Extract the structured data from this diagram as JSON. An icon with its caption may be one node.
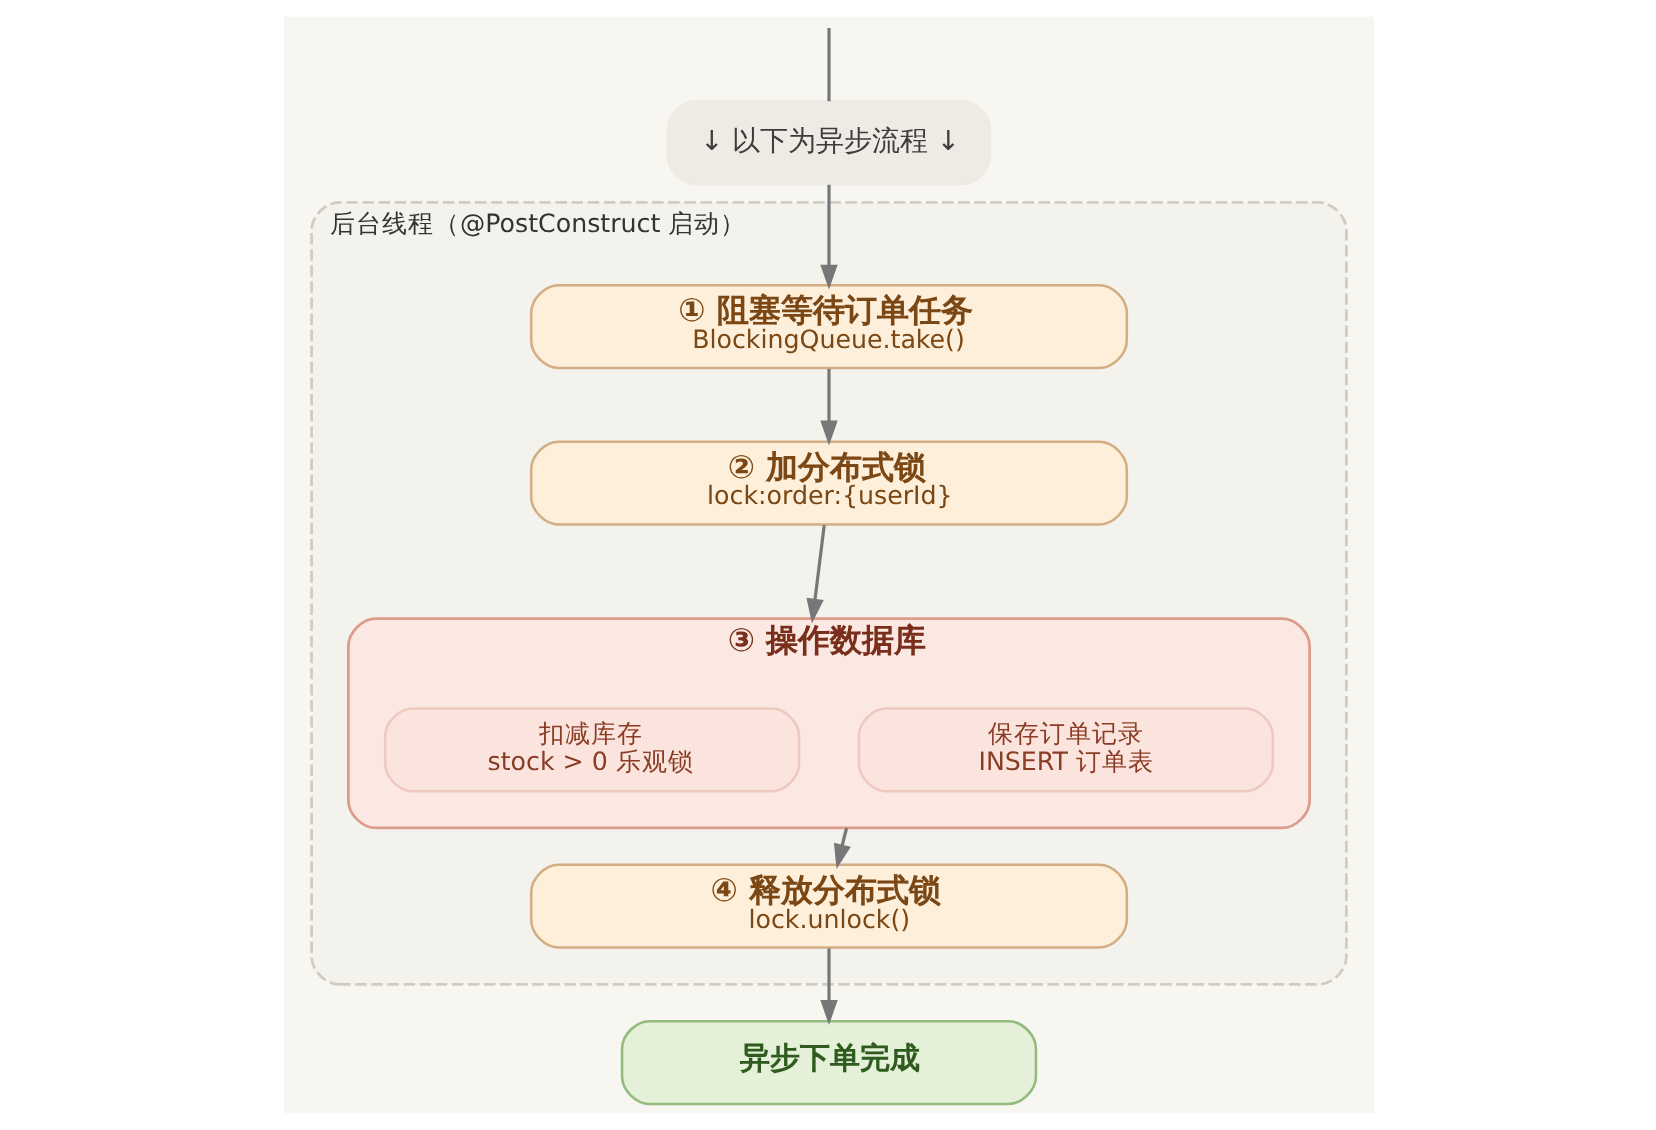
{
  "diagram": {
    "nodes": [
      {
        "text": [
          "↓ 以下为异步流程 ↓"
        ]
      },
      {
        "text": [
          "后台线程（@PostConstruct 启动）"
        ]
      },
      {
        "text": [
          "① 阻塞等待订单任务",
          "BlockingQueue.take()"
        ],
        "in": 1
      },
      {
        "text": [
          "② 加分布式锁",
          "lock:order:{userId}"
        ],
        "in": 1
      },
      {
        "text": [
          "③ 操作数据库"
        ],
        "in": 1
      },
      {
        "text": [
          "扣减库存",
          "stock > 0 乐观锁"
        ],
        "in": 4
      },
      {
        "text": [
          "保存订单记录",
          "INSERT 订单表"
        ],
        "in": 4
      },
      {
        "text": [
          "④ 释放分布式锁",
          "lock.unlock()"
        ],
        "in": 1
      },
      {
        "text": [
          "异步下单完成"
        ]
      }
    ],
    "edges": [
      {
        "from": null,
        "to": 0,
        "arrow": "none"
      },
      {
        "from": 0,
        "to": 2,
        "arrow": "to"
      },
      {
        "from": 2,
        "to": 3,
        "arrow": "to"
      },
      {
        "from": 3,
        "to": 4,
        "arrow": "to"
      },
      {
        "from": 4,
        "to": 7,
        "arrow": "to"
      },
      {
        "from": 7,
        "to": 8,
        "arrow": "to"
      }
    ]
  }
}
